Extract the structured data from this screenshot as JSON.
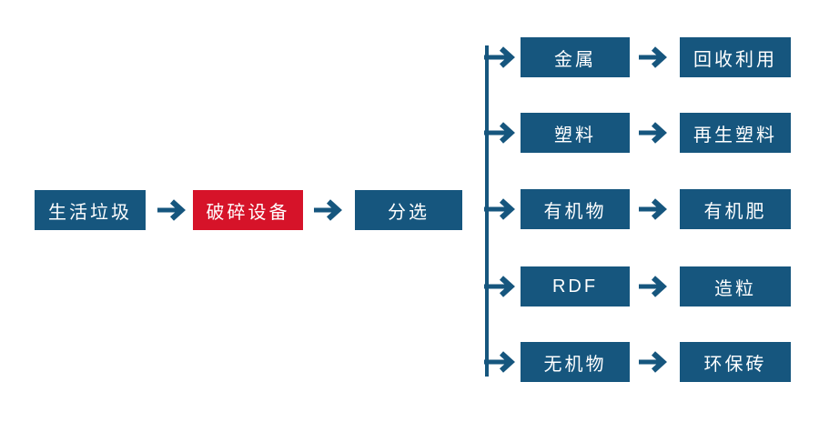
{
  "diagram": {
    "title": "household-waste-processing-flowchart",
    "colors": {
      "primary_blue": "#16567E",
      "accent_red": "#D61329",
      "text_white": "#FFFFFF",
      "background": "#FFFFFF"
    },
    "main_flow": [
      {
        "label": "生活垃圾",
        "color": "blue"
      },
      {
        "label": "破碎设备",
        "color": "red"
      },
      {
        "label": "分选",
        "color": "blue"
      }
    ],
    "branches": [
      {
        "source": "金属",
        "result": "回收利用"
      },
      {
        "source": "塑料",
        "result": "再生塑料"
      },
      {
        "source": "有机物",
        "result": "有机肥"
      },
      {
        "source": "RDF",
        "result": "造粒"
      },
      {
        "source": "无机物",
        "result": "环保砖"
      }
    ]
  }
}
